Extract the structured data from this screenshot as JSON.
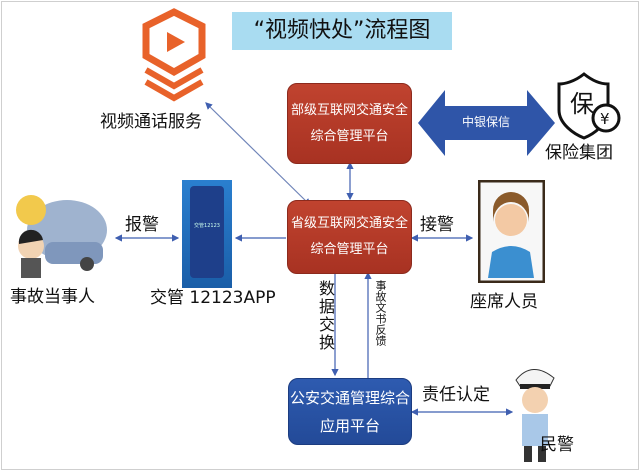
{
  "title": "“视频快处”流程图",
  "nodes": {
    "video_service": "视频通话服务",
    "ministry_platform": [
      "部级互联网交通安全",
      "综合管理平台"
    ],
    "insurer_link": "中银保信",
    "insurance_group": "保险集团",
    "province_platform": [
      "省级互联网交通安全",
      "综合管理平台"
    ],
    "party": "事故当事人",
    "app": "交管 12123APP",
    "app_screen_text": "交管12123",
    "operator": "座席人员",
    "police_platform": [
      "公安交通管理综合",
      "应用平台"
    ],
    "police": "民警"
  },
  "edges": {
    "report": "报警",
    "receive": "接警",
    "data_exchange": "数据交换",
    "doc_feedback": "事故文书反馈",
    "liability": "责任认定"
  },
  "colors": {
    "red_box": "#b23a2a",
    "blue_box": "#2a53a5",
    "arrow": "#3f5fb0",
    "orange": "#e8622a",
    "title_bg": "#a9dcf1"
  }
}
